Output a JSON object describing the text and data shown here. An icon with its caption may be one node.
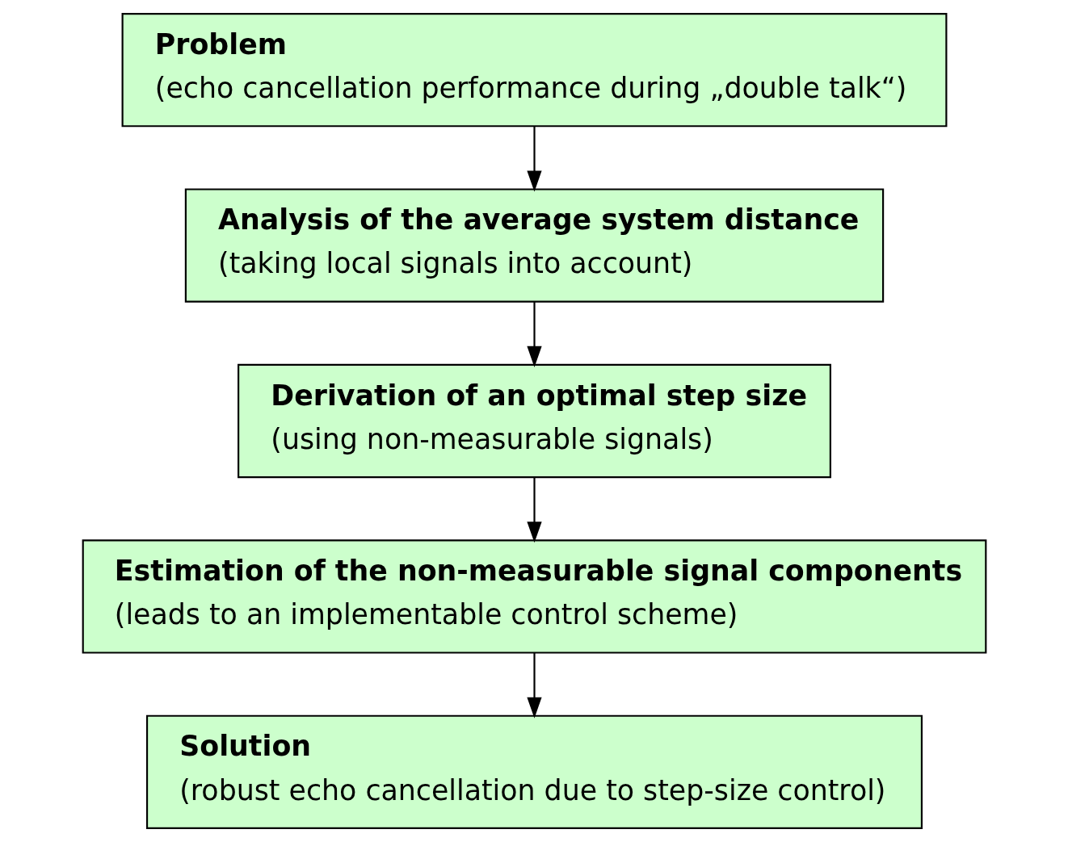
{
  "diagram": {
    "nodes": [
      {
        "text": [
          "Problem",
          "(echo cancellation performance during „double talk“)"
        ]
      },
      {
        "text": [
          "Analysis of the average system distance",
          "(taking local signals into account)"
        ]
      },
      {
        "text": [
          "Derivation of an optimal step size",
          "(using non-measurable signals)"
        ]
      },
      {
        "text": [
          "Estimation of the non-measurable signal components",
          "(leads to an implementable control scheme)"
        ]
      },
      {
        "text": [
          "Solution",
          "(robust echo cancellation due to step-size control)"
        ]
      }
    ],
    "edges": [
      {
        "from": 0,
        "to": 1,
        "arrow": "to"
      },
      {
        "from": 1,
        "to": 2,
        "arrow": "to"
      },
      {
        "from": 2,
        "to": 3,
        "arrow": "to"
      },
      {
        "from": 3,
        "to": 4,
        "arrow": "to"
      }
    ]
  }
}
